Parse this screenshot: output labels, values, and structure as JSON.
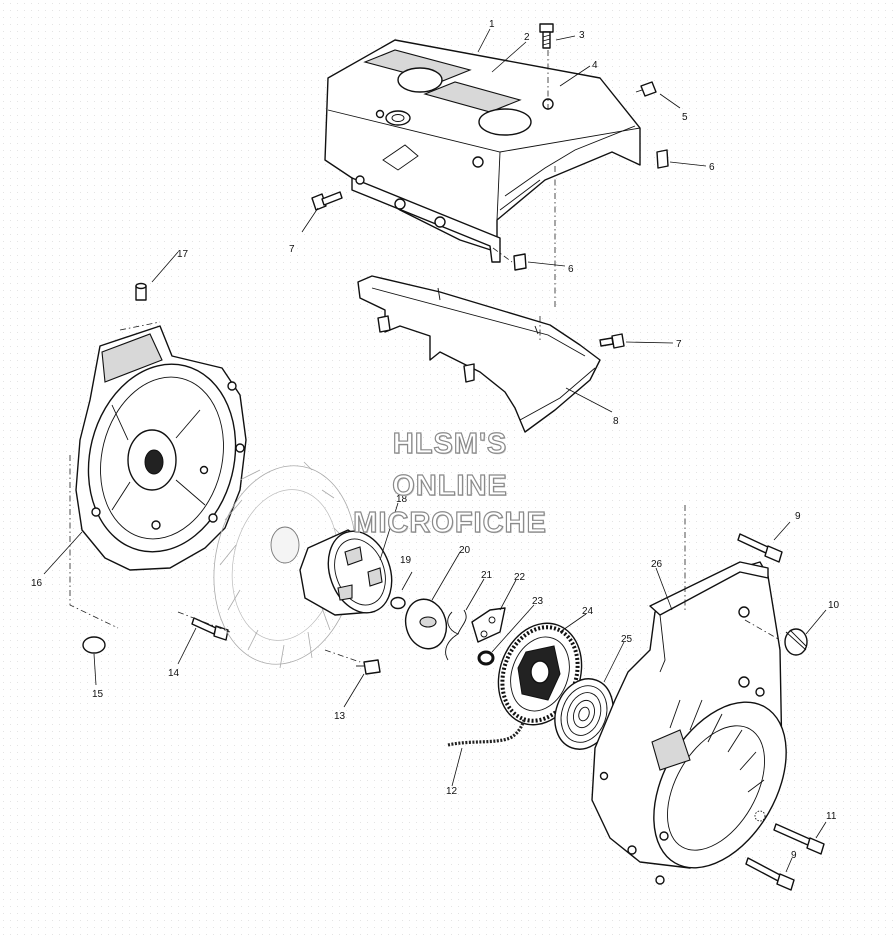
{
  "watermark": {
    "line1": "HLSM'S",
    "line2": "ONLINE",
    "line3": "MICROFICHE"
  },
  "callouts": [
    "1",
    "2",
    "3",
    "4",
    "5",
    "6",
    "6",
    "7",
    "7",
    "8",
    "17",
    "16",
    "15",
    "14",
    "13",
    "18",
    "19",
    "20",
    "21",
    "22",
    "23",
    "24",
    "25",
    "26",
    "9",
    "10",
    "12",
    "11",
    "9"
  ]
}
